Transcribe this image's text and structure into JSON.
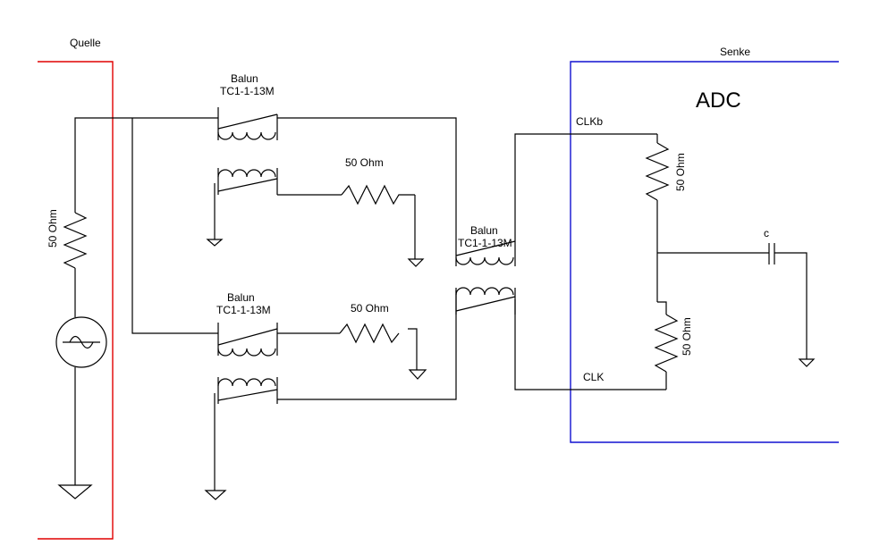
{
  "source_label": "Quelle",
  "sink_label": "Senke",
  "adc_label": "ADC",
  "balun1": {
    "line1": "Balun",
    "line2": "TC1-1-13M"
  },
  "balun2": {
    "line1": "Balun",
    "line2": "TC1-1-13M"
  },
  "balun3": {
    "line1": "Balun",
    "line2": "TC1-1-13M"
  },
  "res_source": "50 Ohm",
  "res_term1": "50 Ohm",
  "res_term2": "50 Ohm",
  "res_adc_top": "50 Ohm",
  "res_adc_bottom": "50 Ohm",
  "cap_label": "c",
  "clkb_label": "CLKb",
  "clk_label": "CLK",
  "colors": {
    "source_box": "#e00000",
    "sink_box": "#1010d0",
    "wire": "#000000"
  }
}
